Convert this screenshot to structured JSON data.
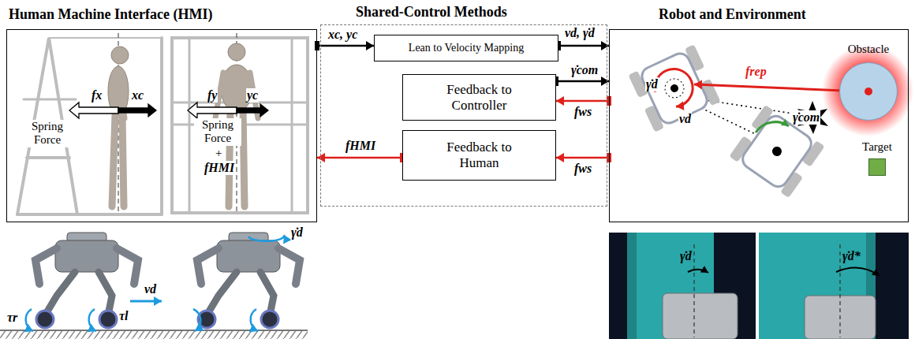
{
  "diagram": {
    "nodes": [
      {
        "text": [
          "Human Machine Interface (HMI)"
        ]
      },
      {
        "text": [
          "Shared-Control Methods"
        ]
      },
      {
        "text": [
          "Lean to Velocity Mapping"
        ],
        "in": 1
      },
      {
        "text": [
          "Feedback to Controller"
        ],
        "in": 1
      },
      {
        "text": [
          "Feedback to Human"
        ],
        "in": 1
      },
      {
        "text": [
          "Robot and Environment"
        ]
      },
      {
        "text": [
          "Obstacle"
        ],
        "in": 5
      },
      {
        "text": [
          "Target"
        ],
        "in": 5
      }
    ],
    "edges": [
      {
        "from": 0,
        "to": 2,
        "arrow": "to",
        "label": "xc, yc"
      },
      {
        "from": 2,
        "to": 5,
        "arrow": "to",
        "label": "vd, γ̇d"
      },
      {
        "from": 3,
        "to": 5,
        "arrow": "to",
        "label": "γ̇com"
      },
      {
        "from": 5,
        "to": 3,
        "arrow": "to",
        "label": "fws"
      },
      {
        "from": 5,
        "to": 4,
        "arrow": "to",
        "label": "fws"
      },
      {
        "from": 4,
        "to": 0,
        "arrow": "to",
        "label": "fHMI"
      }
    ],
    "labels": [
      "fx",
      "xc",
      "Spring Force",
      "fy",
      "yc",
      "Spring Force",
      "+",
      "fHMI",
      "vd",
      "γ̇d",
      "τr",
      "τl",
      "γ̇d",
      "frep",
      "vd",
      "γ̇com",
      "γ̇d",
      "γ̇d*"
    ]
  }
}
